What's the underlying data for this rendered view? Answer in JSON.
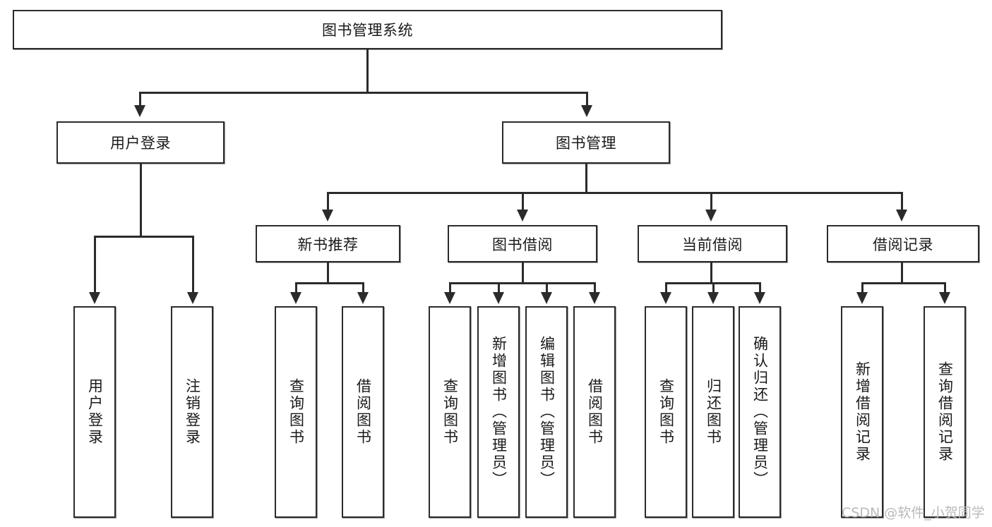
{
  "diagram": {
    "type": "tree-hierarchy-chart",
    "title": "图书管理系统",
    "root": {
      "label": "图书管理系统"
    },
    "level1": [
      {
        "label": "用户登录"
      },
      {
        "label": "图书管理"
      }
    ],
    "level2": [
      {
        "label": "新书推荐"
      },
      {
        "label": "图书借阅"
      },
      {
        "label": "当前借阅"
      },
      {
        "label": "借阅记录"
      }
    ],
    "leaves": {
      "user_login": [
        {
          "label": "用户登录"
        },
        {
          "label": "注销登录"
        }
      ],
      "new_book_recommend": [
        {
          "label": "查询图书"
        },
        {
          "label": "借阅图书"
        }
      ],
      "book_borrow": [
        {
          "label": "查询图书"
        },
        {
          "label": "新增图书（管理员）"
        },
        {
          "label": "编辑图书（管理员）"
        },
        {
          "label": "借阅图书"
        }
      ],
      "current_borrow": [
        {
          "label": "查询图书"
        },
        {
          "label": "归还图书"
        },
        {
          "label": "确认归还（管理员）"
        }
      ],
      "borrow_record": [
        {
          "label": "新增借阅记录"
        },
        {
          "label": "查询借阅记录"
        }
      ]
    }
  },
  "watermark": {
    "text": "CSDN @软件_小贺同学"
  },
  "colors": {
    "stroke": "#2b2b2b",
    "fill": "#ffffff",
    "text": "#1a1a1a",
    "watermark": "#b9b9b9"
  }
}
